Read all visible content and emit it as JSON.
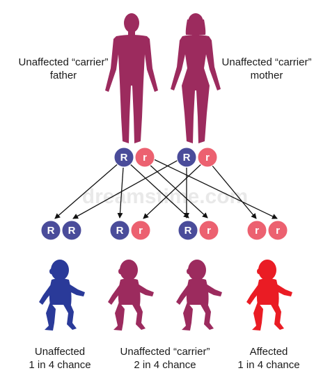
{
  "parents": {
    "father": {
      "label_line1": "Unaffected “carrier”",
      "label_line2": "father",
      "color": "#9c2b5e"
    },
    "mother": {
      "label_line1": "Unaffected “carrier”",
      "label_line2": "mother",
      "color": "#9c2b5e"
    }
  },
  "alleles": {
    "dominant": {
      "symbol": "R",
      "color": "#4a4c9a"
    },
    "recessive": {
      "symbol": "r",
      "color": "#ec6170"
    }
  },
  "parent_alleles": {
    "father": [
      "R",
      "r"
    ],
    "mother": [
      "R",
      "r"
    ]
  },
  "offspring": [
    {
      "alleles": [
        "R",
        "R"
      ],
      "color": "#2a3a99"
    },
    {
      "alleles": [
        "R",
        "r"
      ],
      "color": "#9c2b5e"
    },
    {
      "alleles": [
        "R",
        "r"
      ],
      "color": "#9c2b5e"
    },
    {
      "alleles": [
        "r",
        "r"
      ],
      "color": "#ea1c24"
    }
  ],
  "outcomes": {
    "unaffected": {
      "line1": "Unaffected",
      "line2": "1 in 4 chance"
    },
    "carrier": {
      "line1": "Unaffected “carrier”",
      "line2": "2 in 4 chance"
    },
    "affected": {
      "line1": "Affected",
      "line2": "1 in 4 chance"
    }
  },
  "watermark_text": "dreamstime.com"
}
